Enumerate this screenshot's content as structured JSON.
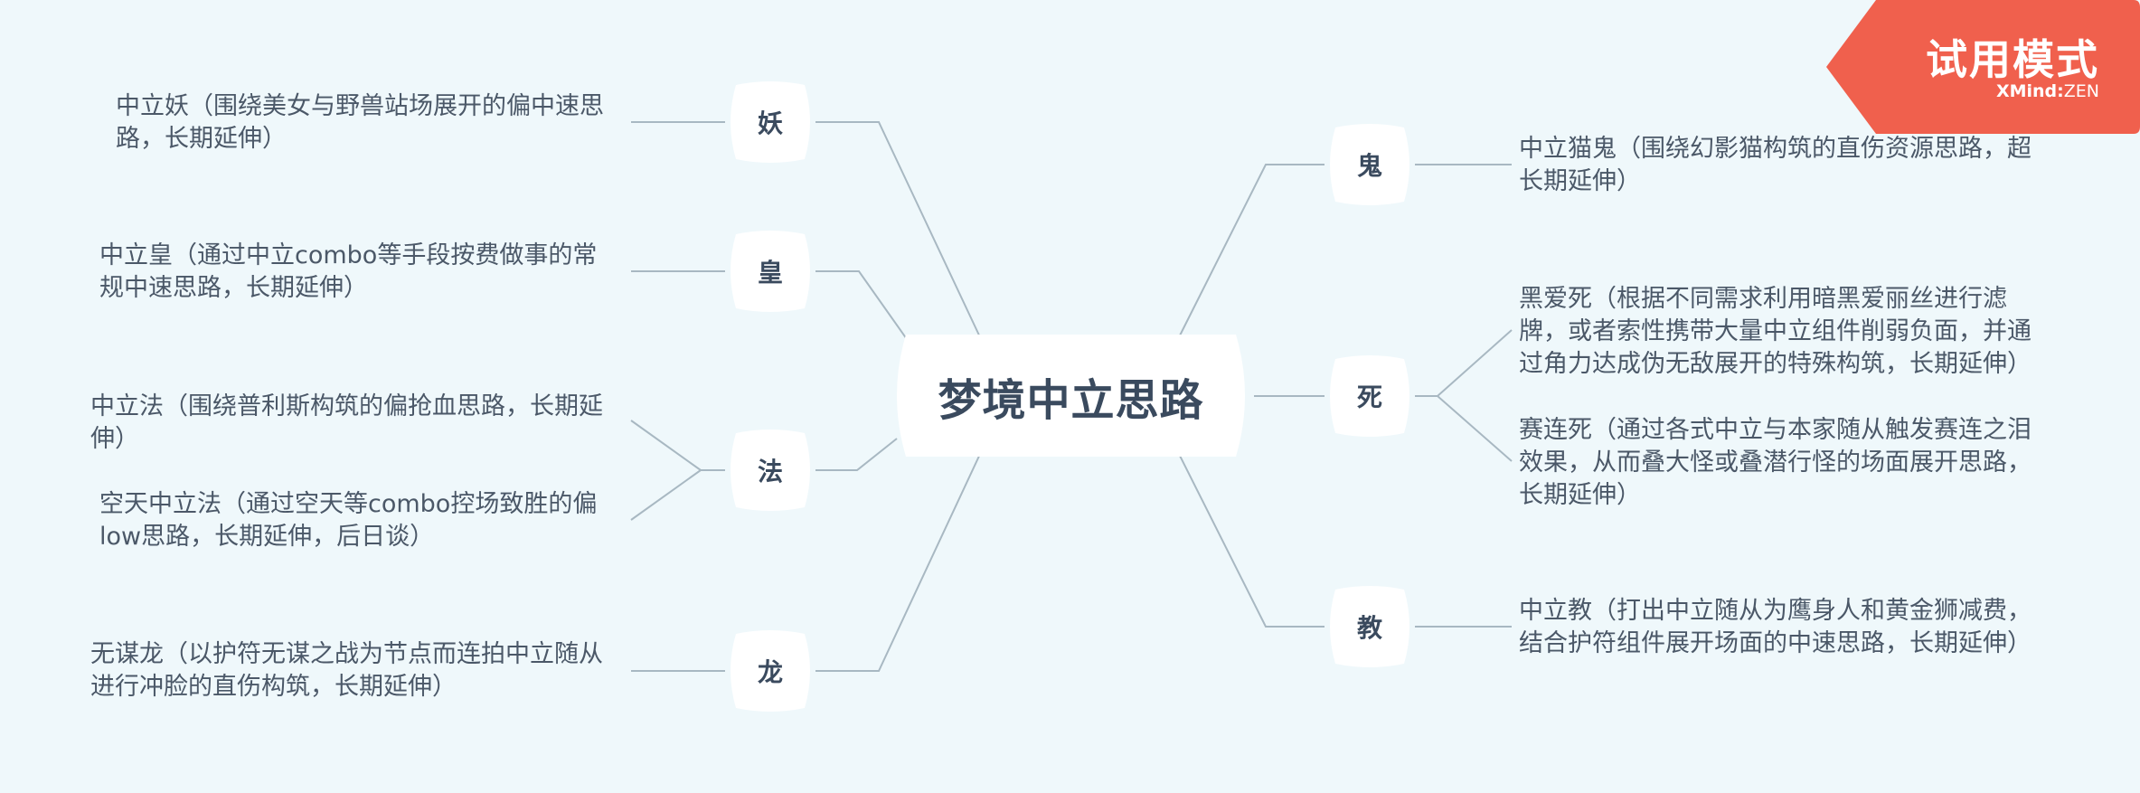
{
  "root": {
    "title": "梦境中立思路"
  },
  "branches": {
    "yao": {
      "label": "妖",
      "leaves": [
        "中立妖（围绕美女与野兽站场展开的偏中速思\n路，长期延伸）"
      ]
    },
    "huang": {
      "label": "皇",
      "leaves": [
        "中立皇（通过中立combo等手段按费做事的常\n规中速思路，长期延伸）"
      ]
    },
    "fa": {
      "label": "法",
      "leaves": [
        "中立法（围绕普利斯构筑的偏抢血思路，长期延\n伸）",
        "空天中立法（通过空天等combo控场致胜的偏\nlow思路，长期延伸，后日谈）"
      ]
    },
    "long": {
      "label": "龙",
      "leaves": [
        "无谋龙（以护符无谋之战为节点而连拍中立随从\n进行冲脸的直伤构筑，长期延伸）"
      ]
    },
    "gui": {
      "label": "鬼",
      "leaves": [
        "中立猫鬼（围绕幻影猫构筑的直伤资源思路，超\n长期延伸）"
      ]
    },
    "si": {
      "label": "死",
      "leaves": [
        "黑爱死（根据不同需求利用暗黑爱丽丝进行滤\n牌，或者索性携带大量中立组件削弱负面，并通\n过角力达成伪无敌展开的特殊构筑，长期延伸）",
        "赛连死（通过各式中立与本家随从触发赛连之泪\n效果，从而叠大怪或叠潜行怪的场面展开思路，\n长期延伸）"
      ]
    },
    "jiao": {
      "label": "教",
      "leaves": [
        "中立教（打出中立随从为鹰身人和黄金狮减费，\n结合护符组件展开场面的中速思路，长期延伸）"
      ]
    }
  },
  "badge": {
    "mode": "试用模式",
    "brand_name": "XMind",
    "brand_sep": ":",
    "brand_edition": "ZEN"
  },
  "colors": {
    "background": "#eff8fb",
    "line": "#a8b8c2",
    "node_fill": "#ffffff",
    "text": "#3a4a5e",
    "badge": "#f0604d"
  }
}
